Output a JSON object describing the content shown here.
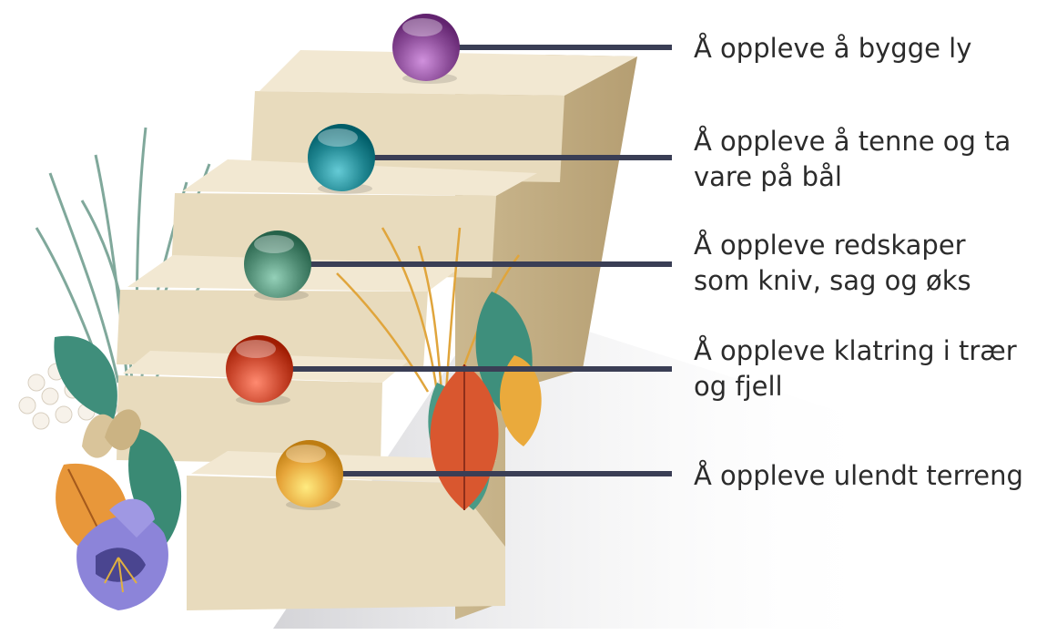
{
  "diagram": {
    "steps": [
      {
        "id": "step-5",
        "lines": [
          "Å oppleve å bygge ly"
        ],
        "color": "#8a4b97"
      },
      {
        "id": "step-4",
        "lines": [
          "Å oppleve å tenne og ta",
          "vare på bål"
        ],
        "color": "#1f8590"
      },
      {
        "id": "step-3",
        "lines": [
          "Å oppleve redskaper",
          "som kniv, sag og øks"
        ],
        "color": "#4e8a72"
      },
      {
        "id": "step-2",
        "lines": [
          "Å oppleve klatring i trær",
          "og fjell"
        ],
        "color": "#c8442a"
      },
      {
        "id": "step-1",
        "lines": [
          "Å oppleve ulendt terreng"
        ],
        "color": "#e6a53a"
      }
    ],
    "connector_color": "#3a3e55",
    "stone_color": "#ecdfc4"
  }
}
